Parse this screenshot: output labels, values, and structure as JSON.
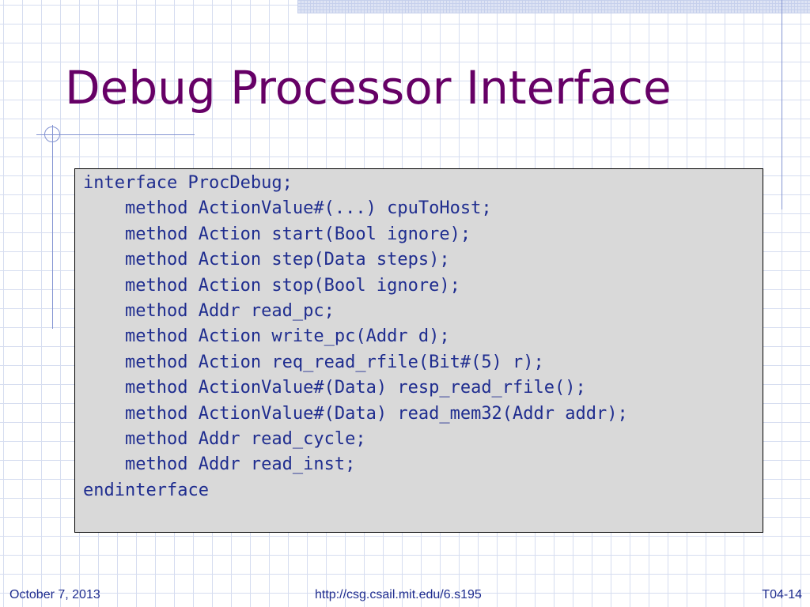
{
  "slide": {
    "title": "Debug Processor Interface"
  },
  "code": {
    "lines": [
      "interface ProcDebug;",
      "    method ActionValue#(...) cpuToHost;",
      "    method Action start(Bool ignore);",
      "    method Action step(Data steps);",
      "    method Action stop(Bool ignore);",
      "    method Addr read_pc;",
      "    method Action write_pc(Addr d);",
      "    method Action req_read_rfile(Bit#(5) r);",
      "    method ActionValue#(Data) resp_read_rfile();",
      "    method ActionValue#(Data) read_mem32(Addr addr);",
      "    method Addr read_cycle;",
      "    method Addr read_inst;",
      "endinterface"
    ]
  },
  "footer": {
    "date": "October 7, 2013",
    "url": "http://csg.csail.mit.edu/6.s195",
    "slide_number": "T04-14"
  },
  "colors": {
    "title": "#660066",
    "body_text": "#1f2d8f",
    "code_background": "#d9d9d9",
    "grid_line": "#d6ddf0",
    "decoration": "#8494d2"
  }
}
